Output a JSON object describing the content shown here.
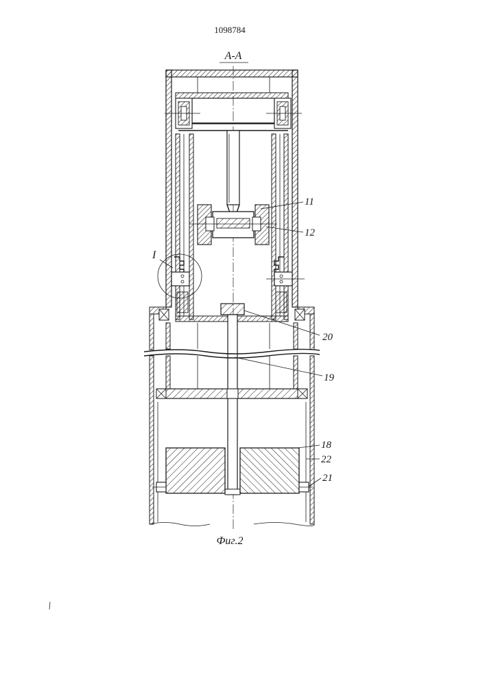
{
  "document": {
    "patent_number": "1098784",
    "section_label": "А-А",
    "figure_caption": "Фиг.2"
  },
  "callouts": {
    "detail_I": "I",
    "c11": "11",
    "c12": "12",
    "c20": "20",
    "c19": "19",
    "c18": "18",
    "c22": "22",
    "c21": "21"
  }
}
